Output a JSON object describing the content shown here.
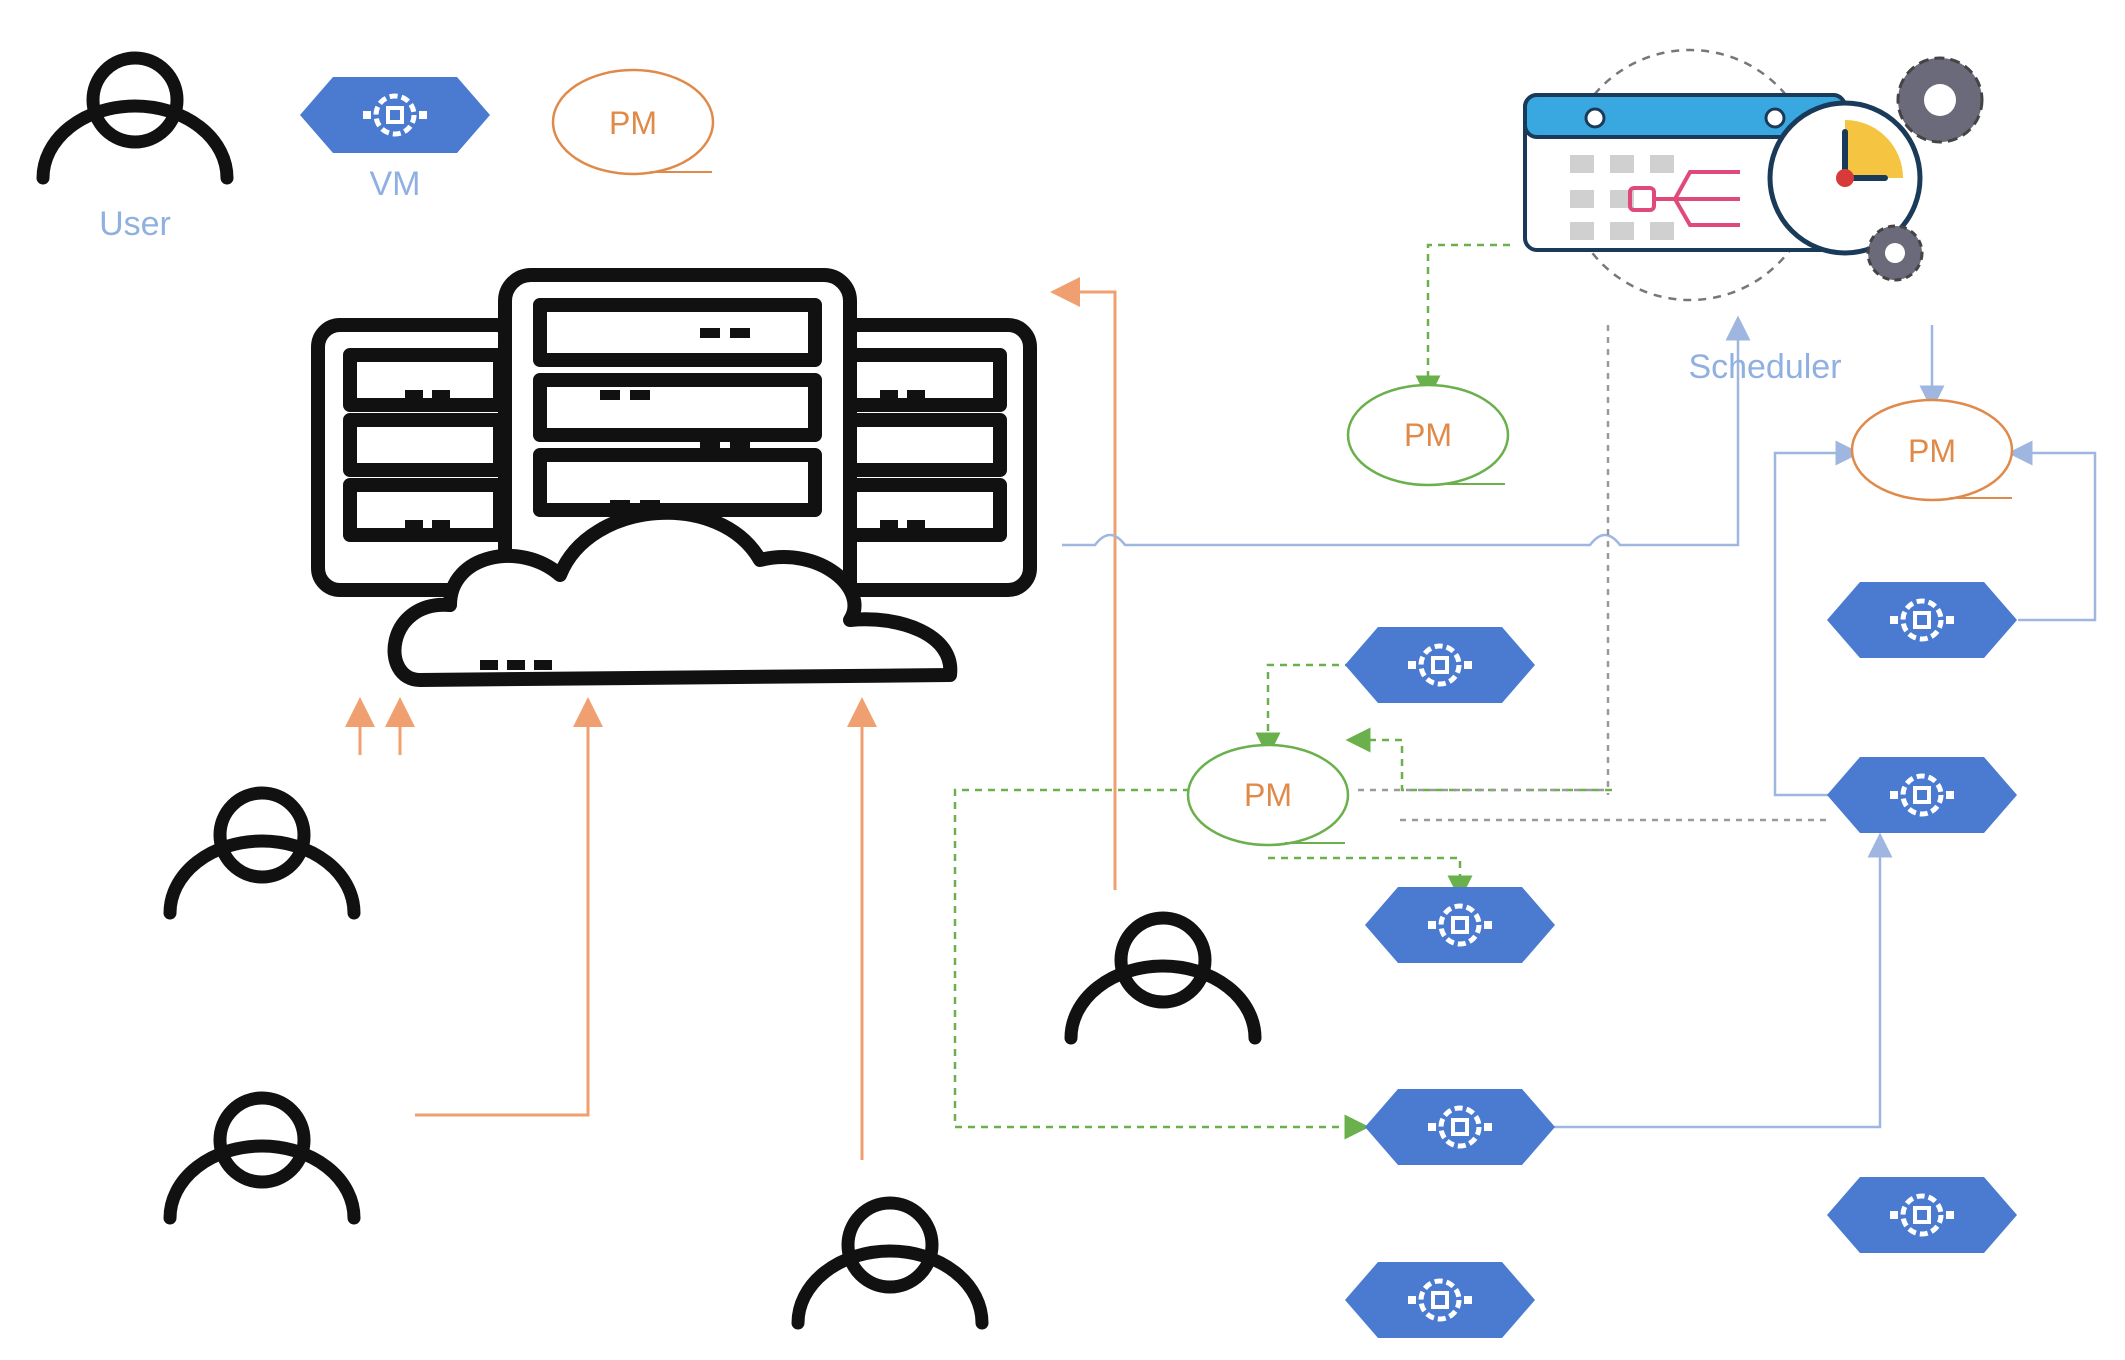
{
  "legend": {
    "user_label": "User",
    "vm_label": "VM",
    "pm_label": "PM"
  },
  "scheduler": {
    "label": "Scheduler"
  },
  "pm_nodes": {
    "green_top": "PM",
    "green_center": "PM",
    "orange_right": "PM"
  },
  "colors": {
    "vm_fill": "#4a7bd0",
    "user_arrow": "#f0a070",
    "scheduler_flow": "#9fb7e0",
    "pm_green": "#6ab04c",
    "pm_orange": "#e08a4a",
    "label_blue": "#8fb0e0",
    "dashed_gray": "#9a9a9a"
  },
  "icons": [
    "user-icon",
    "vm-hexagon-icon",
    "pm-circle-icon",
    "server-cloud-icon",
    "scheduler-calendar-clock-icon",
    "gear-icon"
  ]
}
